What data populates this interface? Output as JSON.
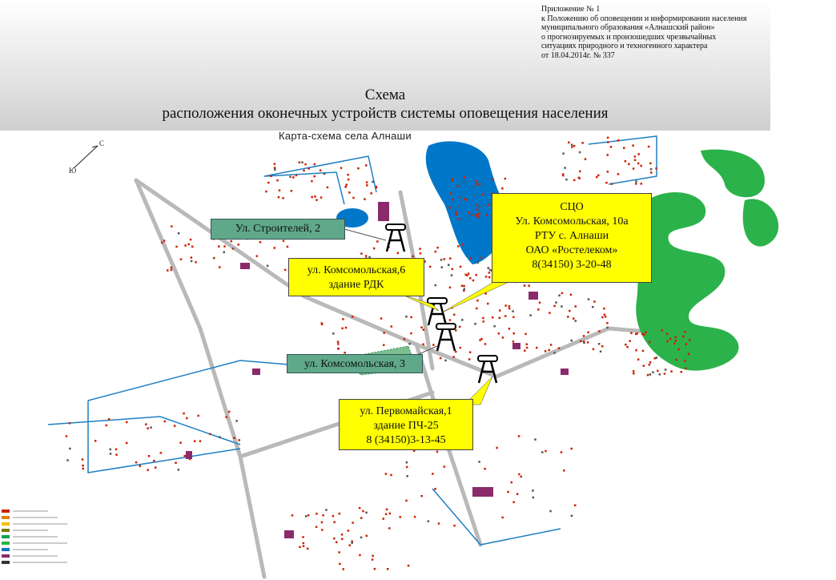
{
  "annex": {
    "lines": [
      "Приложение № 1",
      "к Положению об оповещении и информировании населения",
      "муниципального образования «Алнашский район»",
      "о прогнозируемых и произошедших чрезвычайных",
      "ситуациях природного и техногенного характера",
      "от 18.04.2014г. № 337"
    ]
  },
  "title": {
    "line1": "Схема",
    "line2": "расположения оконечных устройств системы оповещения населения"
  },
  "map": {
    "subtitle": "Карта-схема села Алнаши",
    "compass_label": "С",
    "compass_label2": "Ю",
    "colors": {
      "water": "#0077c8",
      "forest": "#2cb24a",
      "road": "#b8b8b8",
      "house": "#cc2200",
      "public": "#8a2a6b",
      "utility": "#1e7fc4",
      "callout_yellow": "#ffff00",
      "callout_green": "#5fa88a"
    }
  },
  "callouts": [
    {
      "id": "stroiteley",
      "lines": [
        "Ул. Строителей, 2"
      ]
    },
    {
      "id": "komsomolskaya6",
      "lines": [
        "ул. Комсомольская,6",
        "здание РДК"
      ]
    },
    {
      "id": "sco",
      "lines": [
        "СЦО",
        "Ул. Комсомольская, 10а",
        "РТУ с. Алнаши",
        "ОАО «Ростелеком»",
        "8(34150) 3-20-48"
      ]
    },
    {
      "id": "komsomolskaya3",
      "lines": [
        "ул. Комсомольская, 3"
      ]
    },
    {
      "id": "pervomayskaya",
      "lines": [
        "ул. Первомайская,1",
        "здание ПЧ-25",
        "8 (34150)3-13-45"
      ]
    }
  ],
  "sirens": [
    "stroiteley",
    "komsomolskaya6",
    "komsomolskaya3",
    "pervomayskaya"
  ],
  "legend": {
    "swatches": [
      "#cc2200",
      "#e08000",
      "#f0c000",
      "#7a7a00",
      "#00a050",
      "#2cb24a",
      "#0077c8",
      "#8a2a6b",
      "#333333"
    ]
  }
}
